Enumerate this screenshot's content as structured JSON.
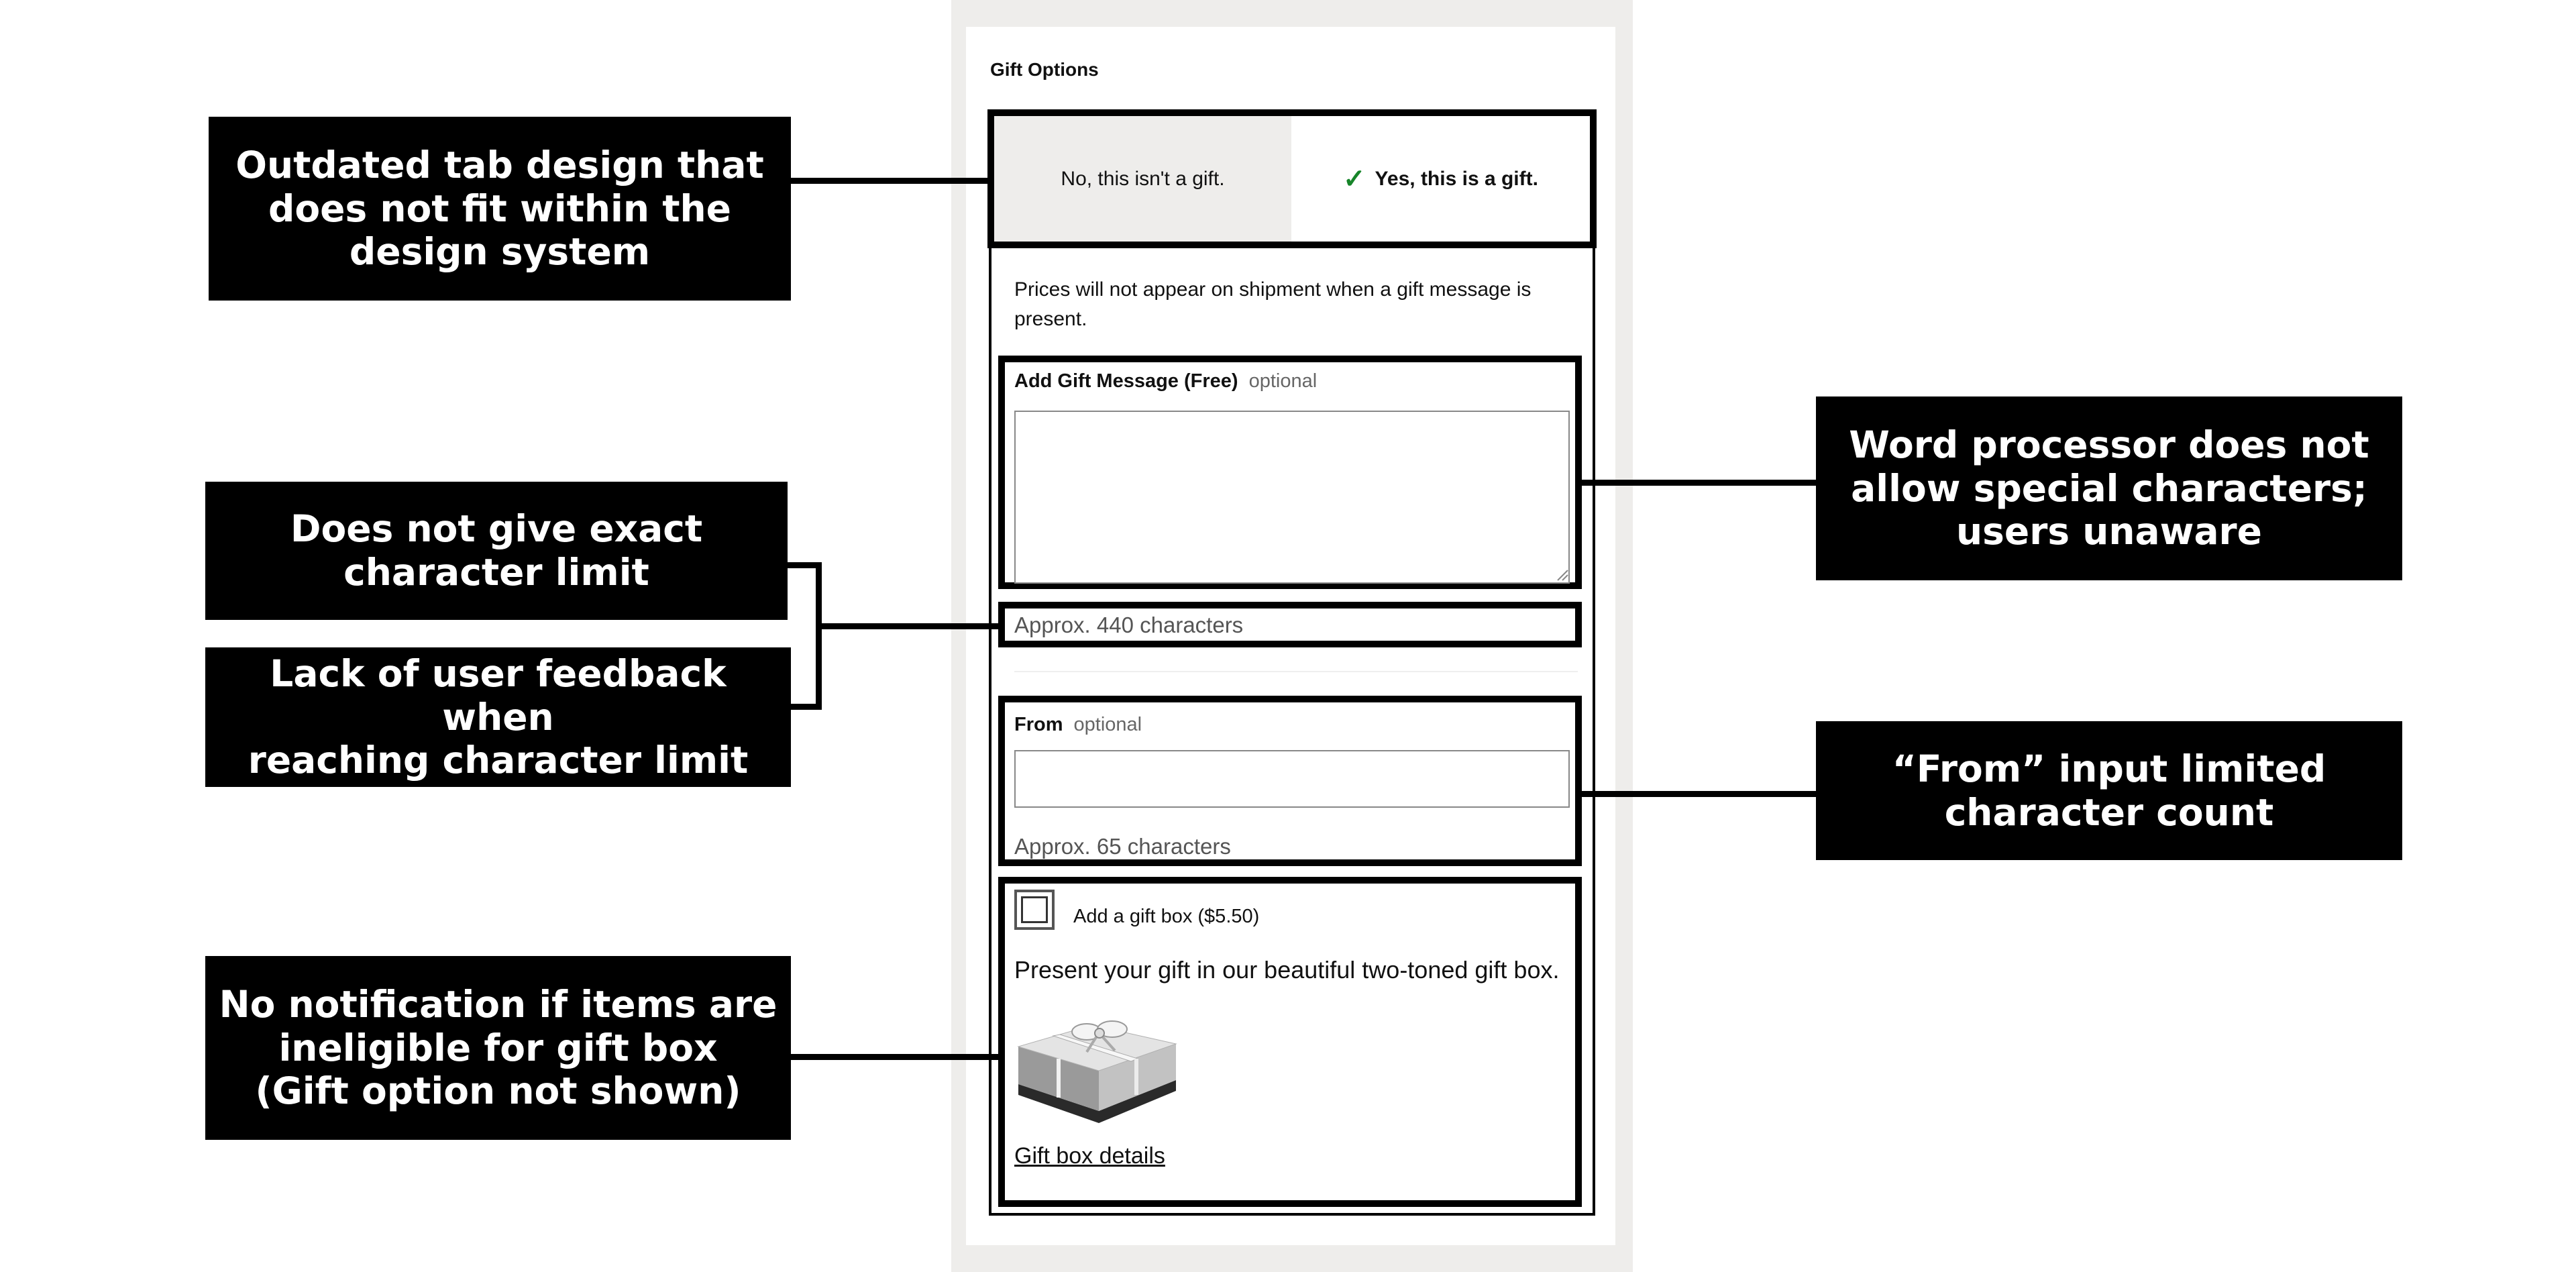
{
  "annotations": {
    "tab_design": "Outdated tab design that\ndoes not fit within the\ndesign system",
    "no_exact_limit": "Does not give exact\ncharacter limit",
    "no_feedback": "Lack of user feedback when\nreaching character limit",
    "no_notification": "No notification if items are\nineligible for gift box\n(Gift option not shown)",
    "special_chars": "Word processor does not\nallow special characters;\nusers unaware",
    "from_limit": "“From” input limited\ncharacter count"
  },
  "gift_options": {
    "title": "Gift Options",
    "tabs": {
      "no_label": "No, this isn't a gift.",
      "yes_label": "Yes, this is a gift.",
      "selected": "yes"
    },
    "notice": "Prices will not appear on shipment when a gift message is present.",
    "message": {
      "label": "Add Gift Message (Free)",
      "optional": "optional",
      "value": "",
      "hint": "Approx. 440 characters"
    },
    "from": {
      "label": "From",
      "optional": "optional",
      "value": "",
      "hint": "Approx. 65 characters"
    },
    "gift_box": {
      "checkbox_label": "Add a gift box ($5.50)",
      "checked": false,
      "description": "Present your gift in our beautiful two-toned gift box.",
      "details_link": "Gift box details"
    }
  },
  "colors": {
    "annotation_bg": "#000000",
    "annotation_text": "#ffffff",
    "tab_inactive_bg": "#eeedeb",
    "checkmark": "#17852a",
    "frame_bg": "#eeedeb"
  },
  "icons": {
    "tab_selected": "check-icon",
    "textarea_resize": "resize-grip-icon",
    "gift_image": "gift-box-image"
  }
}
